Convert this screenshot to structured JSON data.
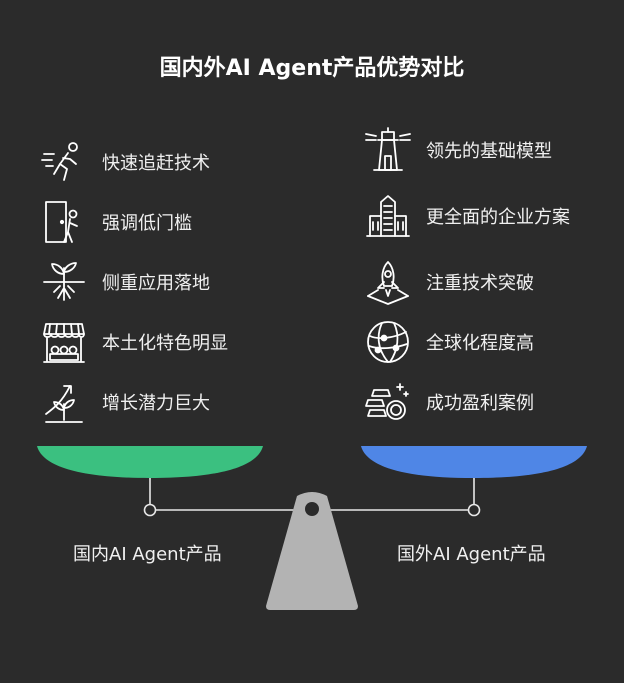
{
  "title": "国内外AI Agent产品优势对比",
  "left": {
    "label": "国内AI Agent产品",
    "color": "#3bc080",
    "items": [
      {
        "icon": "running-person-icon",
        "label": "快速追赶技术"
      },
      {
        "icon": "door-person-icon",
        "label": "强调低门槛"
      },
      {
        "icon": "sprout-roots-icon",
        "label": "侧重应用落地"
      },
      {
        "icon": "market-stall-icon",
        "label": "本土化特色明显"
      },
      {
        "icon": "growth-plant-chart-icon",
        "label": "增长潜力巨大"
      }
    ]
  },
  "right": {
    "label": "国外AI Agent产品",
    "color": "#4f86e6",
    "items": [
      {
        "icon": "lighthouse-icon",
        "label": "领先的基础模型"
      },
      {
        "icon": "office-buildings-icon",
        "label": "更全面的企业方案"
      },
      {
        "icon": "rocket-launch-icon",
        "label": "注重技术突破"
      },
      {
        "icon": "globe-network-icon",
        "label": "全球化程度高"
      },
      {
        "icon": "gold-bars-coin-icon",
        "label": "成功盈利案例"
      }
    ]
  },
  "fulcrum_color": "#b3b3b3"
}
